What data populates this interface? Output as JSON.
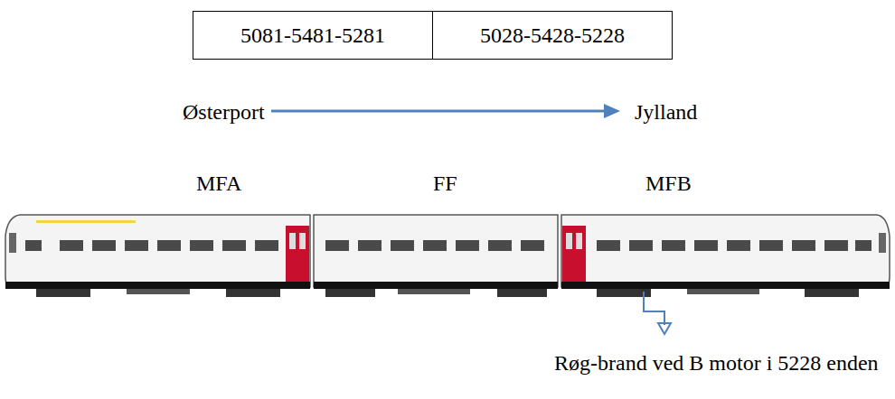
{
  "diagram": {
    "nodes": [
      {
        "text": [
          "5081-5481-5281"
        ]
      },
      {
        "text": [
          "5028-5428-5228"
        ]
      }
    ],
    "labels": [
      "Østerport",
      "Jylland",
      "MFA",
      "FF",
      "MFB",
      "Røg-brand ved B motor i 5228 enden"
    ]
  }
}
